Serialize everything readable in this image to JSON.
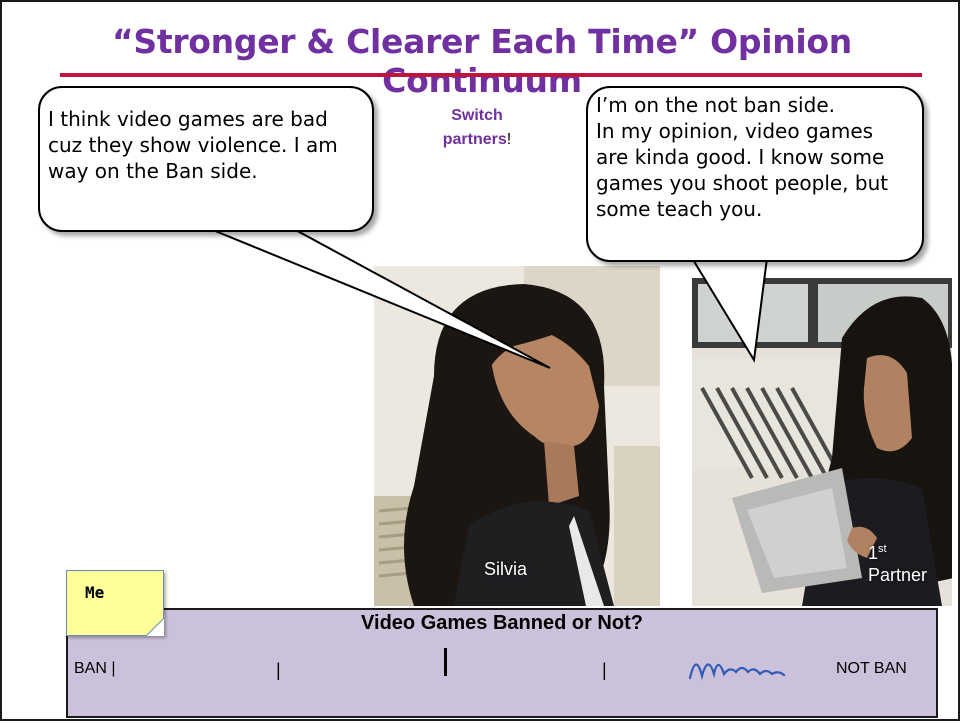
{
  "slide": {
    "title": "“Stronger & Clearer Each Time” Opinion Continuum"
  },
  "bubbles": {
    "left_text": "I think video games are bad cuz they show violence. I am way on the Ban side.",
    "right_lines": [
      "I’m on the not ban side.",
      "In my opinion, video games",
      "are kinda good. I know some",
      "games you shoot people, but",
      "some teach you."
    ]
  },
  "switch": {
    "bold": "Switch partners",
    "suffix": "!"
  },
  "photos": {
    "silvia_caption": "Silvia",
    "partner_caption_ord": "1",
    "partner_caption_sup": "st",
    "partner_caption_word": "Partner"
  },
  "continuum": {
    "title": "Video Games Banned or Not?",
    "left_label": "BAN |",
    "tick": "|",
    "right_label": "NOT BAN"
  },
  "sticky": {
    "label": "Me"
  },
  "colors": {
    "title": "#7030a0",
    "rule": "#c0143c",
    "continuum_bg": "#ccc1da",
    "sticky_bg": "#ffff99",
    "signature": "#2f5bb7"
  }
}
